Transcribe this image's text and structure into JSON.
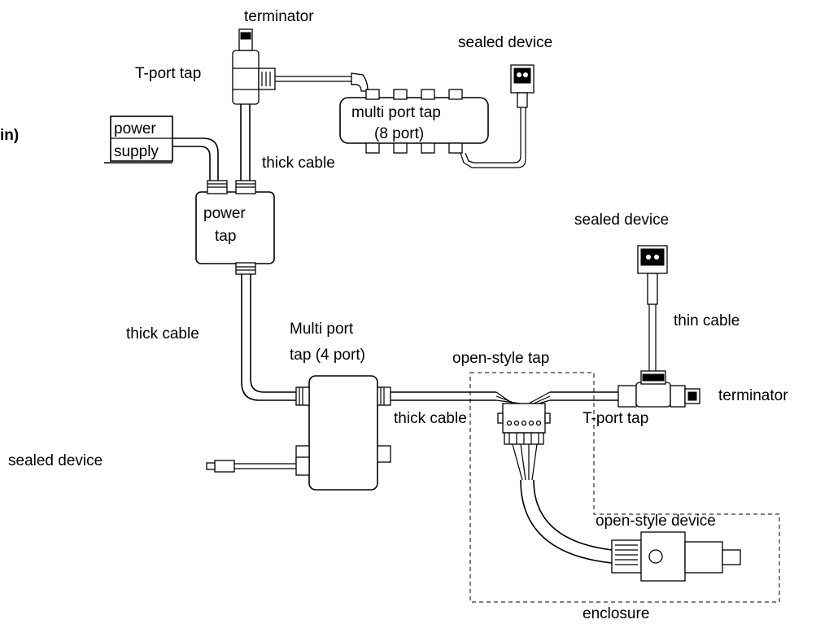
{
  "labels": {
    "terminator_top": "terminator",
    "tport_tap_top": "T-port tap",
    "sealed_device_top": "sealed device",
    "partial_left": "in)",
    "power_supply_line1": "power",
    "power_supply_line2": "supply",
    "multi_port_8_line1": "multi port tap",
    "multi_port_8_line2": "(8 port)",
    "thick_cable_top": "thick cable",
    "power_tap_line1": "power",
    "power_tap_line2": "tap",
    "sealed_device_right": "sealed device",
    "thin_cable": "thin cable",
    "thick_cable_left": "thick cable",
    "multi_port_4_line1": "Multi port",
    "multi_port_4_line2": "tap (4 port)",
    "open_style_tap": "open-style tap",
    "terminator_right": "terminator",
    "thick_cable_mid": "thick cable",
    "tport_tap_right": "T-port tap",
    "sealed_device_left": "sealed device",
    "open_style_device": "open-style device",
    "enclosure": "enclosure"
  }
}
